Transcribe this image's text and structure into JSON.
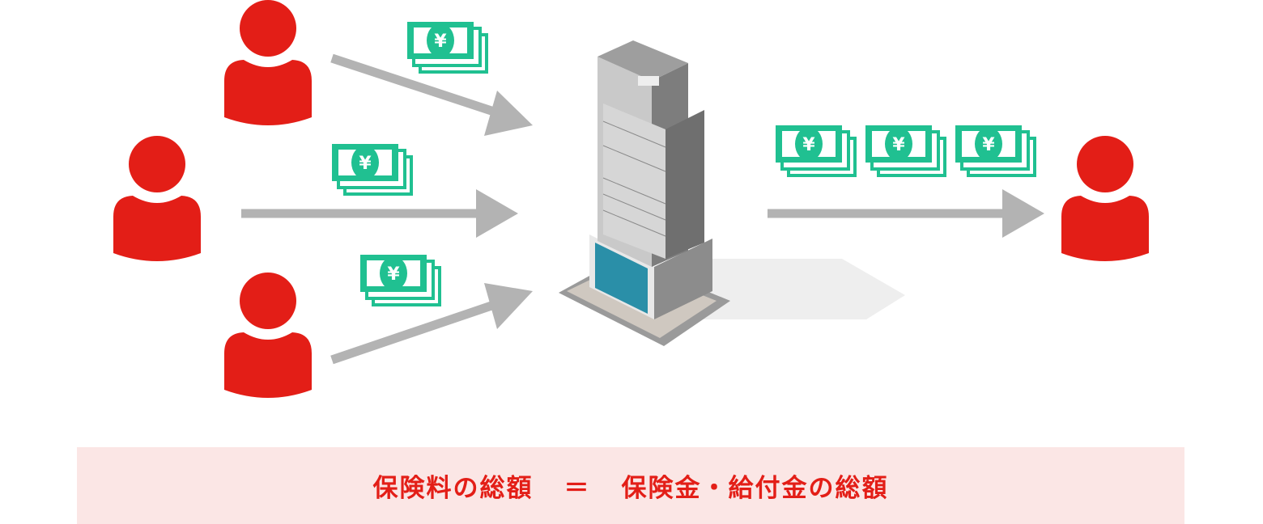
{
  "colors": {
    "person": "#e31e17",
    "money": "#20c091",
    "arrow": "#b3b3b3",
    "band": "#fbe6e5"
  },
  "icons": {
    "person": "person-icon",
    "bill": "yen-banknote-stack-icon",
    "building": "insurance-company-building"
  },
  "currency_symbol": "¥",
  "equation": {
    "left": "保険料の総額",
    "operator": "＝",
    "right": "保険金・給付金の総額"
  }
}
